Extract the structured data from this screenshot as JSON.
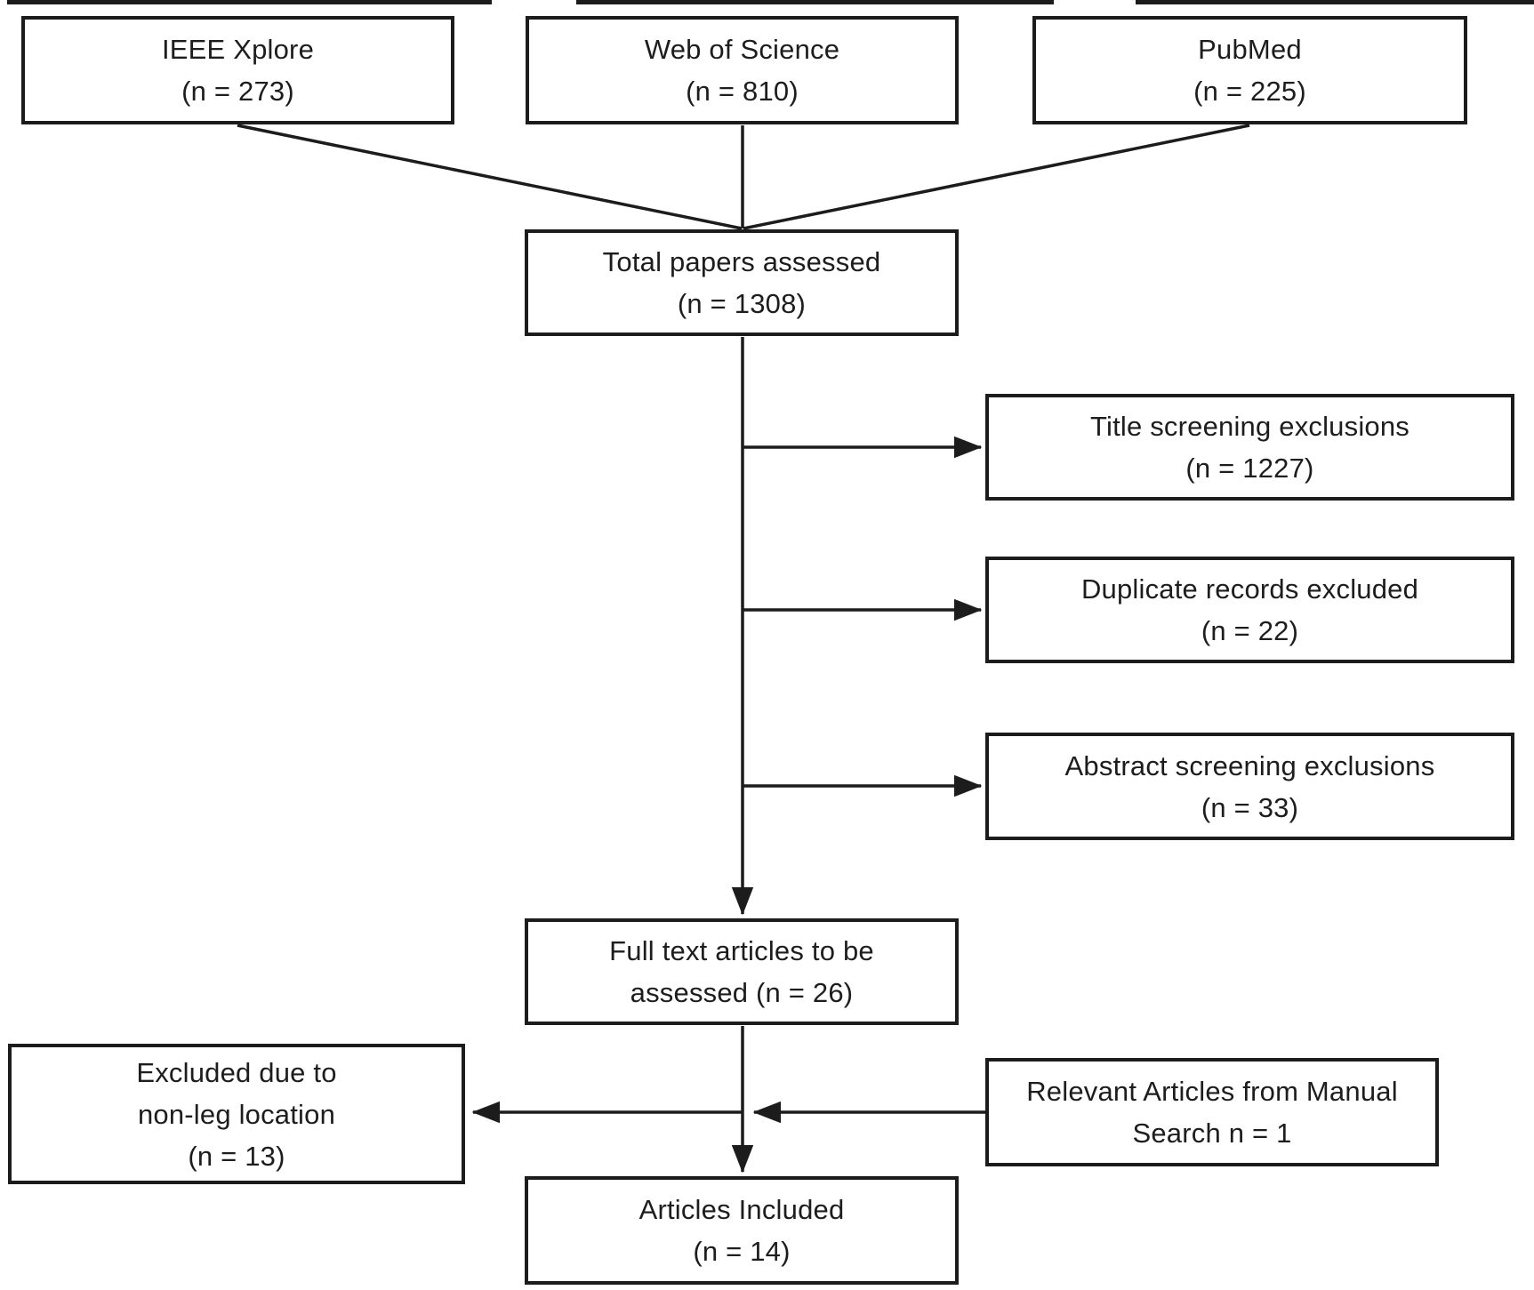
{
  "boxes": {
    "ieee": {
      "lines": [
        "IEEE Xplore",
        "(n = 273)"
      ]
    },
    "web_of_science": {
      "lines": [
        "Web of Science",
        "(n = 810)"
      ]
    },
    "pubmed": {
      "lines": [
        "PubMed",
        "(n = 225)"
      ]
    },
    "total": {
      "lines": [
        "Total papers assessed",
        "(n = 1308)"
      ]
    },
    "title_screening": {
      "lines": [
        "Title screening exclusions",
        "(n = 1227)"
      ]
    },
    "duplicates": {
      "lines": [
        "Duplicate records excluded",
        "(n = 22)"
      ]
    },
    "abstract_screening": {
      "lines": [
        "Abstract screening exclusions",
        "(n = 33)"
      ]
    },
    "full_text": {
      "lines": [
        "Full text articles to be",
        "assessed (n = 26)"
      ]
    },
    "excluded_non_leg": {
      "lines": [
        "Excluded due to",
        "non-leg location",
        "(n = 13)"
      ]
    },
    "manual_search": {
      "lines": [
        "Relevant Articles from Manual",
        "Search n = 1"
      ]
    },
    "articles_included": {
      "lines": [
        "Articles Included",
        "(n = 14)"
      ]
    }
  },
  "edges": [
    {
      "from": "ieee",
      "to": "total"
    },
    {
      "from": "web_of_science",
      "to": "total"
    },
    {
      "from": "pubmed",
      "to": "total"
    },
    {
      "from": "total",
      "to": "title_screening"
    },
    {
      "from": "total",
      "to": "duplicates"
    },
    {
      "from": "total",
      "to": "abstract_screening"
    },
    {
      "from": "total",
      "to": "full_text"
    },
    {
      "from": "full_text",
      "to": "articles_included"
    },
    {
      "from": "manual_search",
      "to": "flow_junction"
    },
    {
      "from": "flow_junction",
      "to": "excluded_non_leg"
    }
  ],
  "colors": {
    "line": "#1c1c1c",
    "text": "#1d1d1d",
    "box_background": "#ffffff",
    "page_background": "#ffffff"
  }
}
